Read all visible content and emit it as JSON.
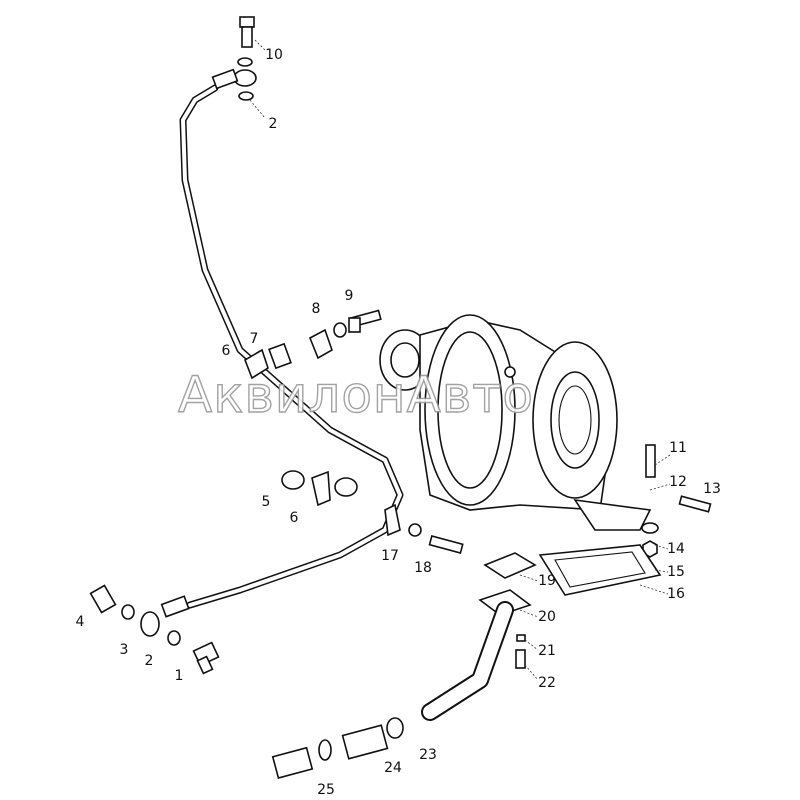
{
  "watermark": "АквилонАвто",
  "callouts": [
    {
      "id": "c10a",
      "text": "10"
    },
    {
      "id": "c2a",
      "text": "2"
    },
    {
      "id": "c8",
      "text": "8"
    },
    {
      "id": "c9",
      "text": "9"
    },
    {
      "id": "c7",
      "text": "7"
    },
    {
      "id": "c6a",
      "text": "6"
    },
    {
      "id": "c5",
      "text": "5"
    },
    {
      "id": "c6b",
      "text": "6"
    },
    {
      "id": "c17",
      "text": "17"
    },
    {
      "id": "c18",
      "text": "18"
    },
    {
      "id": "c11",
      "text": "11"
    },
    {
      "id": "c12",
      "text": "12"
    },
    {
      "id": "c13",
      "text": "13"
    },
    {
      "id": "c14",
      "text": "14"
    },
    {
      "id": "c15",
      "text": "15"
    },
    {
      "id": "c16",
      "text": "16"
    },
    {
      "id": "c19",
      "text": "19"
    },
    {
      "id": "c20",
      "text": "20"
    },
    {
      "id": "c21",
      "text": "21"
    },
    {
      "id": "c22",
      "text": "22"
    },
    {
      "id": "c23",
      "text": "23"
    },
    {
      "id": "c24",
      "text": "24"
    },
    {
      "id": "c25",
      "text": "25"
    },
    {
      "id": "c4",
      "text": "4"
    },
    {
      "id": "c3",
      "text": "3"
    },
    {
      "id": "c2b",
      "text": "2"
    },
    {
      "id": "c1",
      "text": "1"
    }
  ]
}
